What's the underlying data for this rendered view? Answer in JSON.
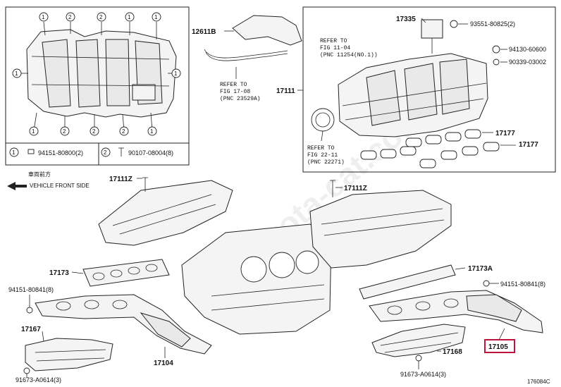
{
  "callouts": {
    "c1": "1",
    "c2": "2"
  },
  "legend": {
    "item1_part": "94151-80800(2)",
    "item2_part": "90107-08004(8)"
  },
  "direction": {
    "jp_text": "車両前方",
    "en_text": "VEHICLE FRONT SIDE"
  },
  "parts": {
    "p12611b": "12611B",
    "p17111": "17111",
    "p17335": "17335",
    "p93551": "93551-80825(2)",
    "p94130": "94130-60600",
    "p90339": "90339-03002",
    "p17177a": "17177",
    "p17177b": "17177",
    "p17111z_left": "17111Z",
    "p17111z_right": "17111Z",
    "p17173": "17173",
    "p17173a": "17173A",
    "p94151_left": "94151-80841(8)",
    "p94151_right": "94151-80841(8)",
    "p17167": "17167",
    "p17104": "17104",
    "p17168": "17168",
    "p17105": "17105",
    "p91673_left": "91673-A0614(3)",
    "p91673_right": "91673-A0614(3)",
    "fig_code": "176084C"
  },
  "refs": {
    "ref1": [
      "REFER TO",
      "FIG 17-08",
      "(PNC 23529A)"
    ],
    "ref2": [
      "REFER TO",
      "FIG 11-04",
      "(PNC 11254(NO.1))"
    ],
    "ref3": [
      "REFER TO",
      "FIG 22-11",
      "(PNC 22271)"
    ]
  },
  "colors": {
    "highlight": "#c0143c",
    "line": "#222222"
  }
}
